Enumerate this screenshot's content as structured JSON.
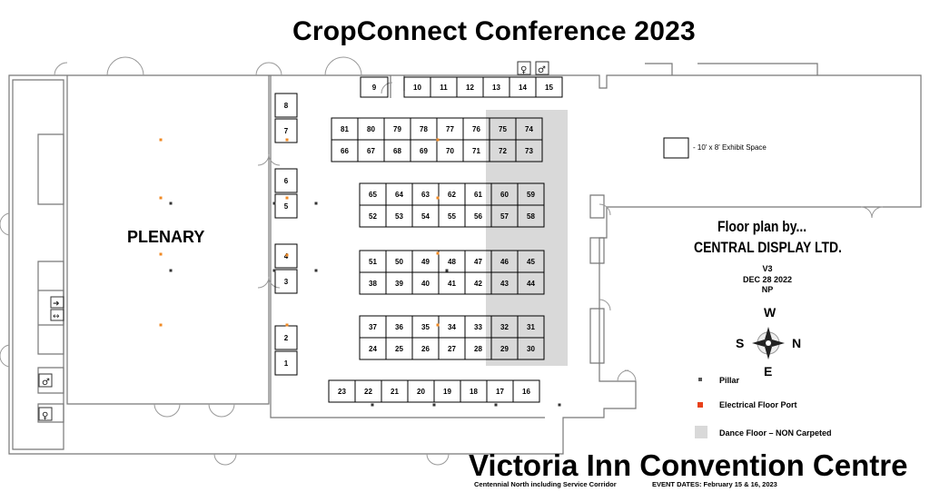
{
  "header": {
    "title": "CropConnect Conference 2023"
  },
  "footer": {
    "venue": "Victoria Inn Convention Centre",
    "subtitle": "Centennial North including Service Corridor",
    "event_dates": "EVENT DATES: February 15 & 16, 2023"
  },
  "credit": {
    "line1": "Floor plan by...",
    "line2": "CENTRAL DISPLAY LTD."
  },
  "version": {
    "v": "V3",
    "date": "DEC 28 2022",
    "initials": "NP"
  },
  "rooms": {
    "plenary": "PLENARY"
  },
  "compass": {
    "north": "N",
    "south": "S",
    "east": "E",
    "west": "W"
  },
  "legend": {
    "exhibit_space": "- 10' x 8' Exhibit Space",
    "pillar": "Pillar",
    "electrical": "Electrical Floor Port",
    "dance_floor": "Dance Floor – NON Carpeted"
  },
  "colors": {
    "electrical": "#f08a24",
    "dance_floor": "#d9d9d9",
    "pillar": "#555555"
  },
  "booths": {
    "top_row": [
      "9",
      "10",
      "11",
      "12",
      "13",
      "14",
      "15"
    ],
    "left_column": [
      "8",
      "7",
      "6",
      "5",
      "4",
      "3",
      "2",
      "1"
    ],
    "island_1_top": [
      "81",
      "80",
      "79",
      "78",
      "77",
      "76",
      "75",
      "74"
    ],
    "island_1_bottom": [
      "66",
      "67",
      "68",
      "69",
      "70",
      "71",
      "72",
      "73"
    ],
    "island_2_top": [
      "65",
      "64",
      "63",
      "62",
      "61",
      "60",
      "59"
    ],
    "island_2_bottom": [
      "52",
      "53",
      "54",
      "55",
      "56",
      "57",
      "58"
    ],
    "island_3_top": [
      "51",
      "50",
      "49",
      "48",
      "47",
      "46",
      "45"
    ],
    "island_3_bottom": [
      "38",
      "39",
      "40",
      "41",
      "42",
      "43",
      "44"
    ],
    "island_4_top": [
      "37",
      "36",
      "35",
      "34",
      "33",
      "32",
      "31"
    ],
    "island_4_bottom": [
      "24",
      "25",
      "26",
      "27",
      "28",
      "29",
      "30"
    ],
    "bottom_row": [
      "23",
      "22",
      "21",
      "20",
      "19",
      "18",
      "17",
      "16"
    ]
  }
}
